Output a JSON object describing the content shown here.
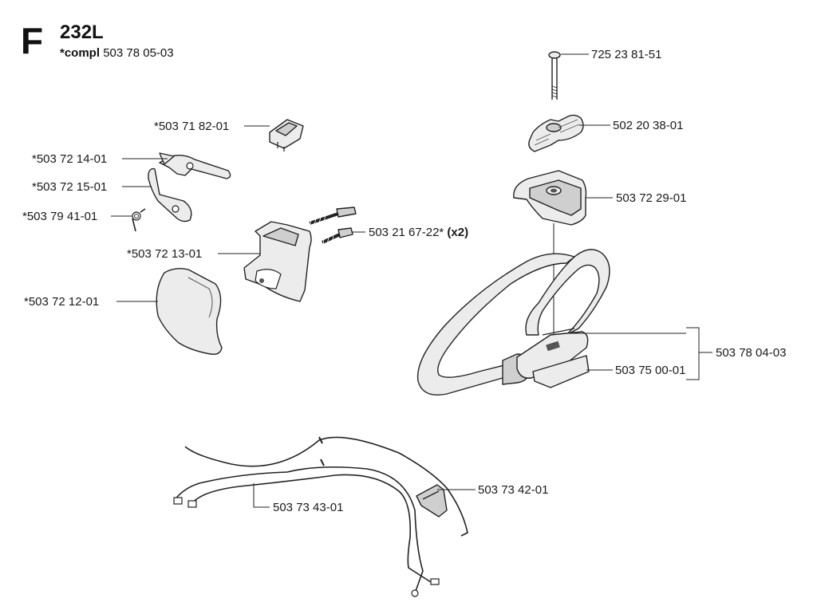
{
  "header": {
    "section": "F",
    "model": "232L",
    "compl_prefix": "*compl",
    "compl_number": "503 78 05-03"
  },
  "parts": [
    {
      "id": "p1",
      "number": "725 23 81-51"
    },
    {
      "id": "p2",
      "number": "502 20 38-01"
    },
    {
      "id": "p3",
      "number": "503 72 29-01"
    },
    {
      "id": "p4",
      "number": "503 78 04-03"
    },
    {
      "id": "p5",
      "number": "503 75 00-01"
    },
    {
      "id": "p6",
      "number": "*503 71 82-01"
    },
    {
      "id": "p7",
      "number": "*503 72 14-01"
    },
    {
      "id": "p8",
      "number": "*503 72 15-01"
    },
    {
      "id": "p9",
      "number": "*503 79 41-01"
    },
    {
      "id": "p10",
      "number": "503 21 67-22*",
      "qty": "(x2)"
    },
    {
      "id": "p11",
      "number": "*503 72 13-01"
    },
    {
      "id": "p12",
      "number": "*503 72 12-01"
    },
    {
      "id": "p13",
      "number": "503 73 42-01"
    },
    {
      "id": "p14",
      "number": "503 73 43-01"
    }
  ]
}
